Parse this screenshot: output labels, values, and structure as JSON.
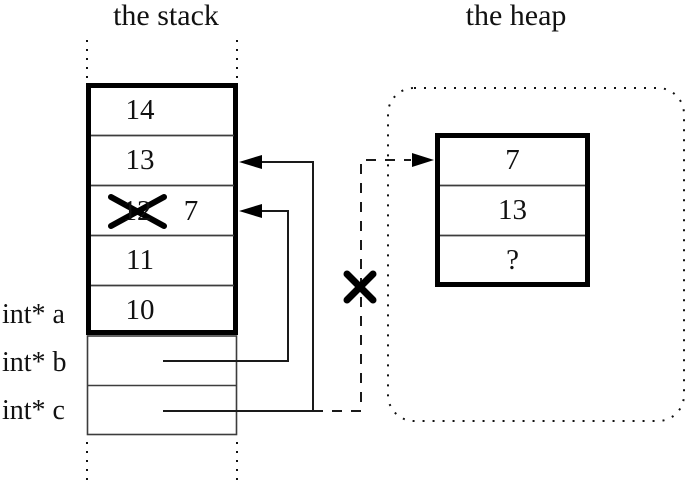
{
  "titles": {
    "stack": "the stack",
    "heap": "the heap"
  },
  "stack": {
    "cells": [
      {
        "value": "14",
        "crossed_out": false,
        "new_value": ""
      },
      {
        "value": "13",
        "crossed_out": false,
        "new_value": ""
      },
      {
        "value": "12",
        "crossed_out": true,
        "new_value": "7"
      },
      {
        "value": "11",
        "crossed_out": false,
        "new_value": ""
      },
      {
        "value": "10",
        "crossed_out": false,
        "new_value": ""
      }
    ],
    "variables": [
      {
        "name": "int* a"
      },
      {
        "name": "int* b"
      },
      {
        "name": "int* c"
      }
    ]
  },
  "heap": {
    "cells": [
      {
        "value": "7"
      },
      {
        "value": "13"
      },
      {
        "value": "?"
      }
    ]
  },
  "colors": {
    "ink": "#000000",
    "thin_line": "#3d3d3d",
    "background": "#ffffff"
  }
}
